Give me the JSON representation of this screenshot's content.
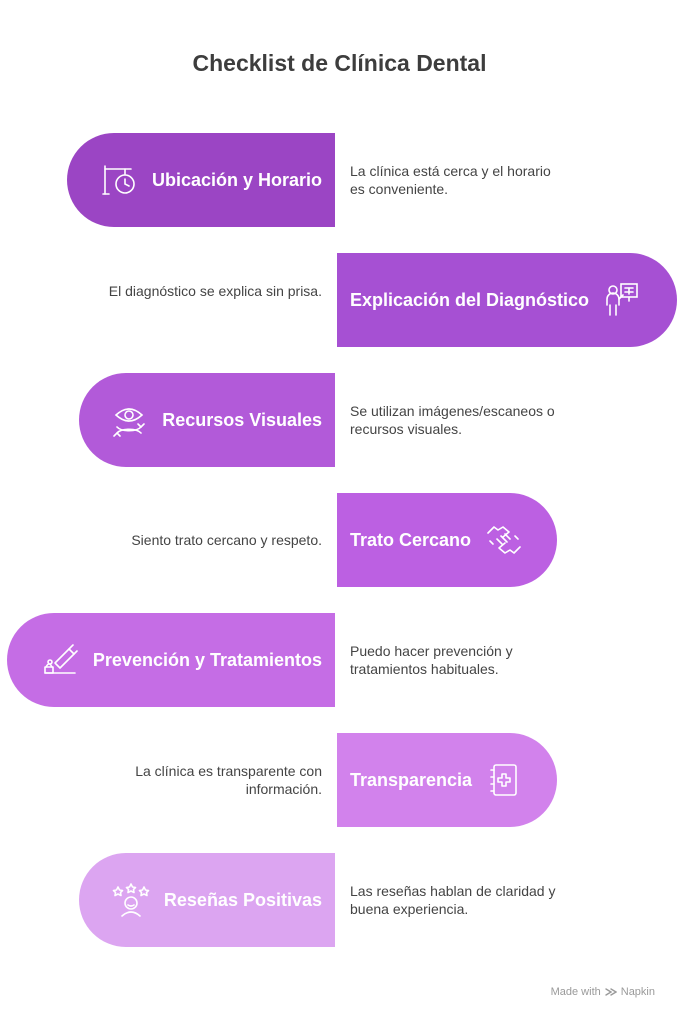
{
  "title": "Checklist de Clínica Dental",
  "items": [
    {
      "label": "Ubicación y Horario",
      "description": "La clínica está cerca y el horario es conveniente.",
      "icon": "clock-sign-icon",
      "color": "#9b45c4"
    },
    {
      "label": "Explicación del Diagnóstico",
      "description": "El diagnóstico se explica sin prisa.",
      "icon": "doctor-xray-icon",
      "color": "#a650d3"
    },
    {
      "label": "Recursos Visuales",
      "description": "Se utilizan imágenes/escaneos o recursos visuales.",
      "icon": "eye-cycle-icon",
      "color": "#b25ad9"
    },
    {
      "label": "Trato Cercano",
      "description": "Siento trato cercano y respeto.",
      "icon": "handshake-icon",
      "color": "#bc60e2"
    },
    {
      "label": "Prevención y Tratamientos",
      "description": "Puedo hacer prevención y tratamientos habituales.",
      "icon": "toothpaste-icon",
      "color": "#c56de5"
    },
    {
      "label": "Transparencia",
      "description": "La clínica es transparente con información.",
      "icon": "medical-record-icon",
      "color": "#d282ec"
    },
    {
      "label": "Reseñas Positivas",
      "description": "Las reseñas hablan de claridad y buena experiencia.",
      "icon": "stars-person-icon",
      "color": "#dca5f1"
    }
  ],
  "footer": {
    "made_with": "Made with",
    "brand": "Napkin"
  }
}
